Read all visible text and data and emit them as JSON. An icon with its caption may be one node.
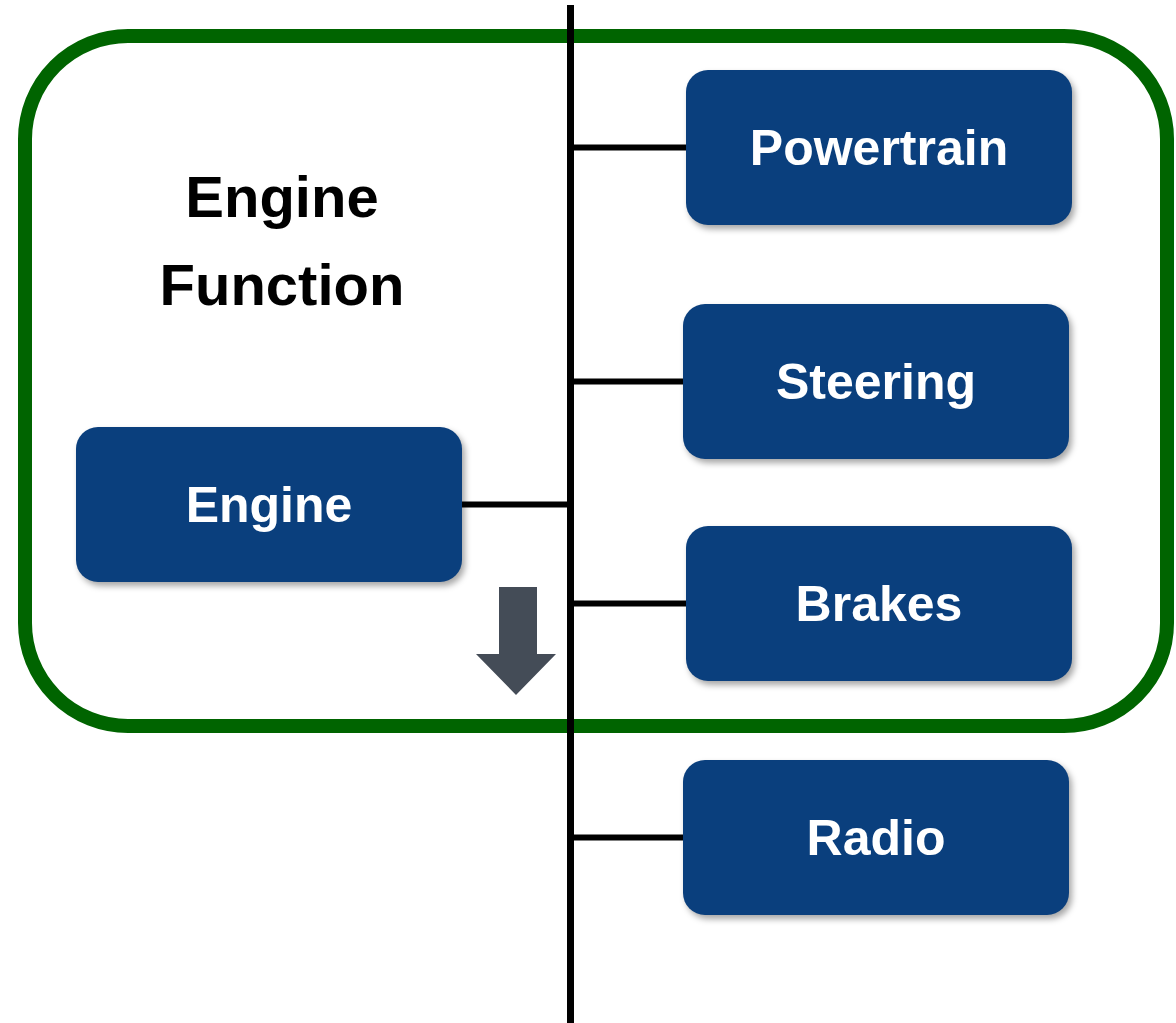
{
  "diagram": {
    "nodes": [
      {
        "text": [
          "Engine Function"
        ]
      },
      {
        "text": [
          "Powertrain"
        ],
        "in": 0
      },
      {
        "text": [
          "Steering"
        ],
        "in": 0
      },
      {
        "text": [
          "Engine"
        ],
        "in": 0
      },
      {
        "text": [
          "Brakes"
        ],
        "in": 0
      },
      {
        "text": [
          "Radio"
        ]
      },
      {
        "text": [],
        "shape": "bar"
      }
    ],
    "edges": [
      {
        "from": 1,
        "to": 6,
        "arrow": "none"
      },
      {
        "from": 2,
        "to": 6,
        "arrow": "none"
      },
      {
        "from": 3,
        "to": 6,
        "arrow": "none"
      },
      {
        "from": 4,
        "to": 6,
        "arrow": "none"
      },
      {
        "from": 5,
        "to": 6,
        "arrow": "none"
      }
    ]
  }
}
